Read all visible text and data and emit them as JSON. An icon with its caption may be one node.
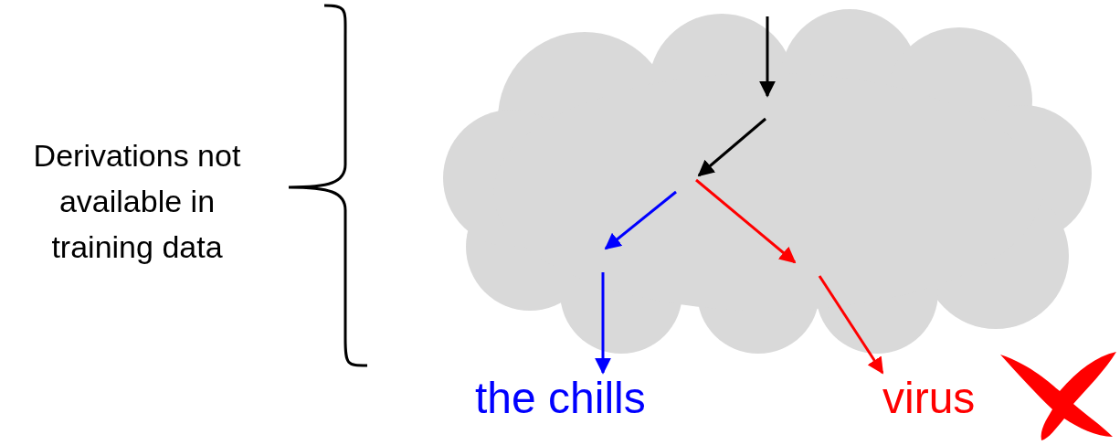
{
  "diagram": {
    "nodes": [
      {
        "text": [],
        "shape": "cloud"
      },
      {
        "text": [
          "the chills"
        ]
      },
      {
        "text": [
          "virus"
        ]
      }
    ],
    "edges": [
      {
        "from": null,
        "to": 0,
        "arrow": "to",
        "color": "#000000"
      },
      {
        "from": 0,
        "to": 1,
        "arrow": "to",
        "color": "#0000ff"
      },
      {
        "from": 0,
        "to": 2,
        "arrow": "to",
        "color": "#ff0000"
      }
    ],
    "labels": [
      "Derivations not available in training data"
    ]
  }
}
